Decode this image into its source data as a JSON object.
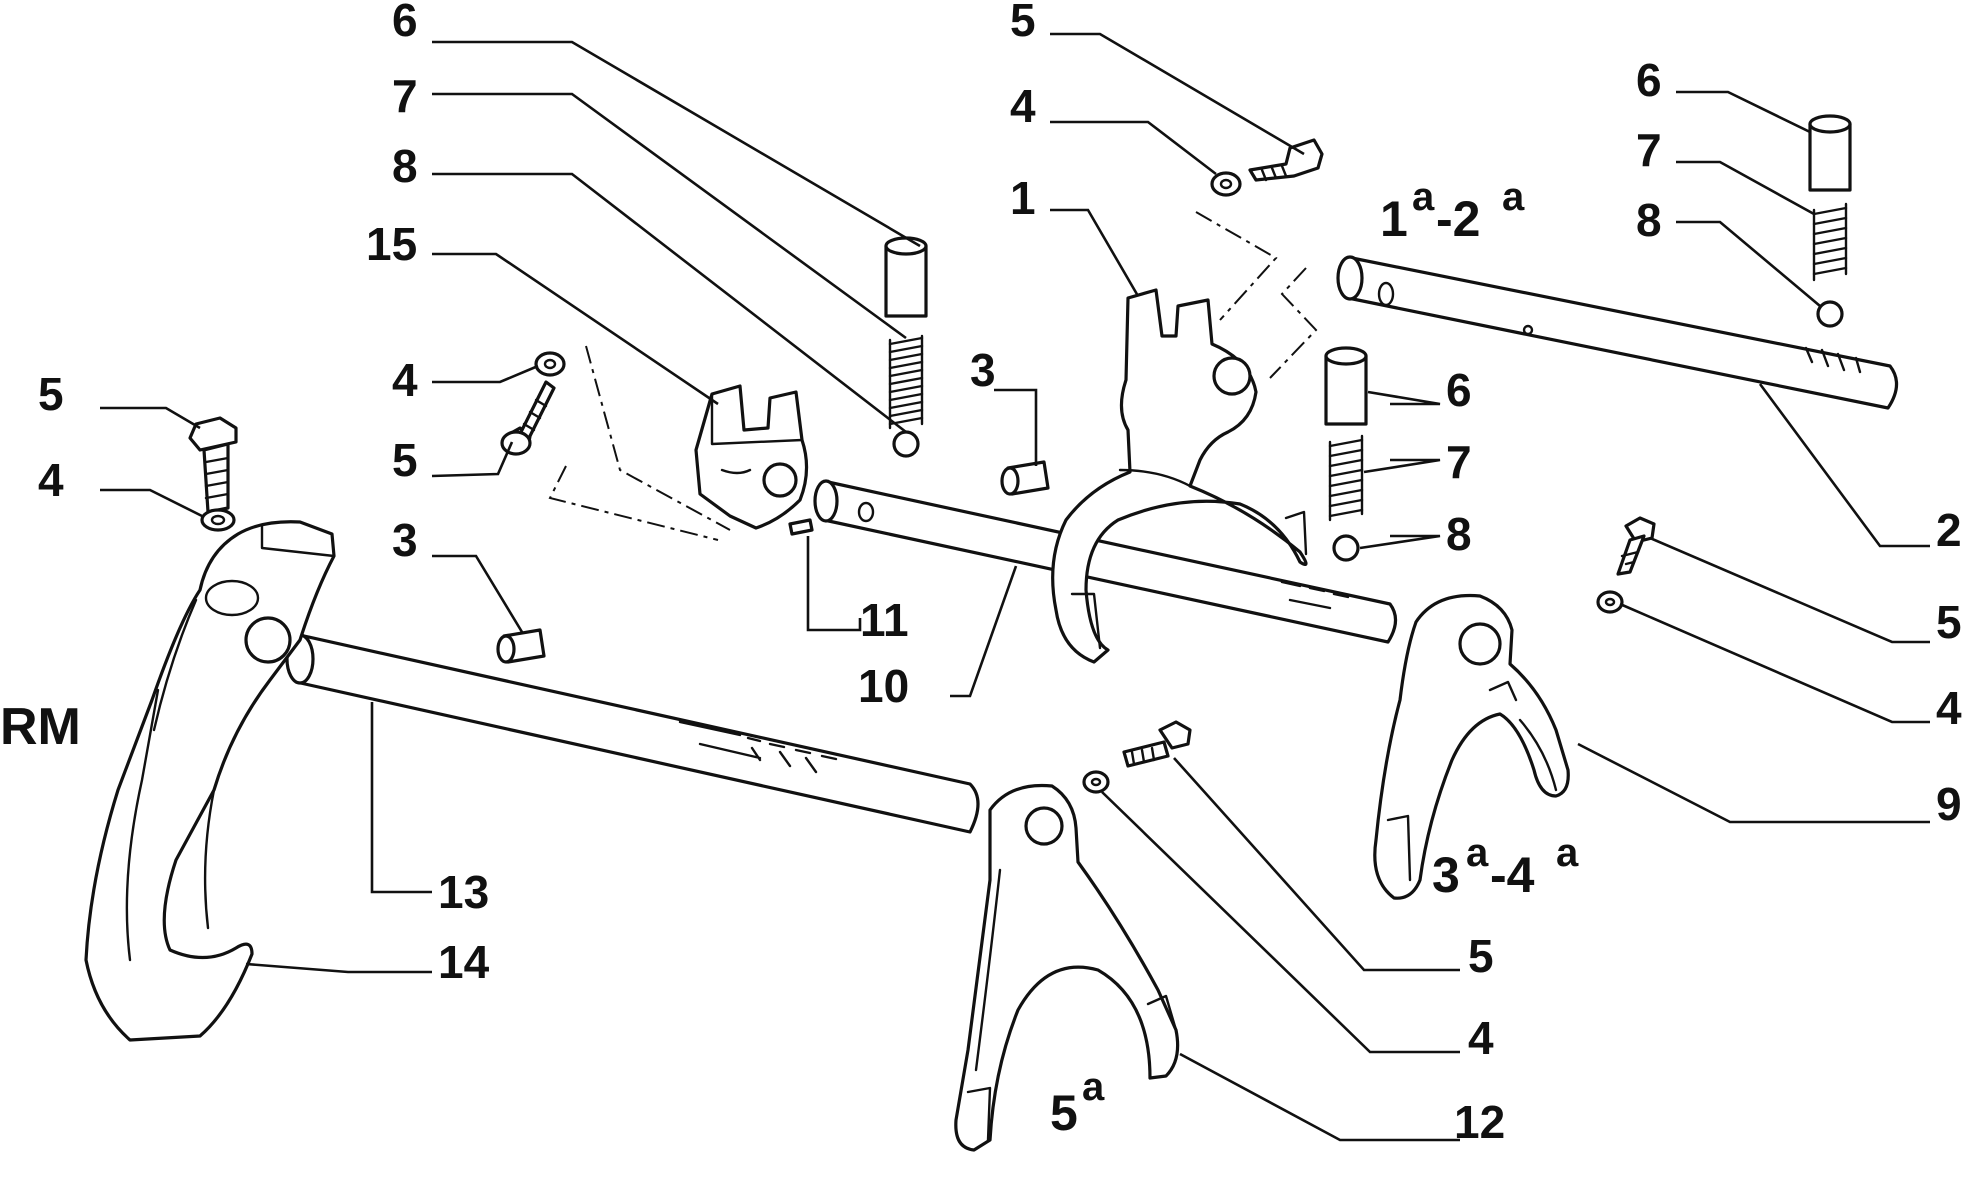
{
  "colors": {
    "ink": "#111111",
    "background": "#ffffff"
  },
  "gear_labels": {
    "first_second": {
      "main": "1",
      "sup_a": "a",
      "dash": "-2",
      "sup_b": "a"
    },
    "third_fourth": {
      "main": "3",
      "sup_a": "a",
      "dash": "-4",
      "sup_b": "a"
    },
    "fifth": {
      "main": "5",
      "sup_a": "a"
    },
    "reverse": "RM"
  },
  "callouts": [
    "6",
    "7",
    "8",
    "15",
    "4",
    "5",
    "5",
    "4",
    "3",
    "3",
    "11",
    "10",
    "13",
    "14",
    "5",
    "4",
    "1",
    "6",
    "7",
    "8",
    "6",
    "7",
    "8",
    "2",
    "5",
    "4",
    "9",
    "5",
    "4",
    "12"
  ]
}
